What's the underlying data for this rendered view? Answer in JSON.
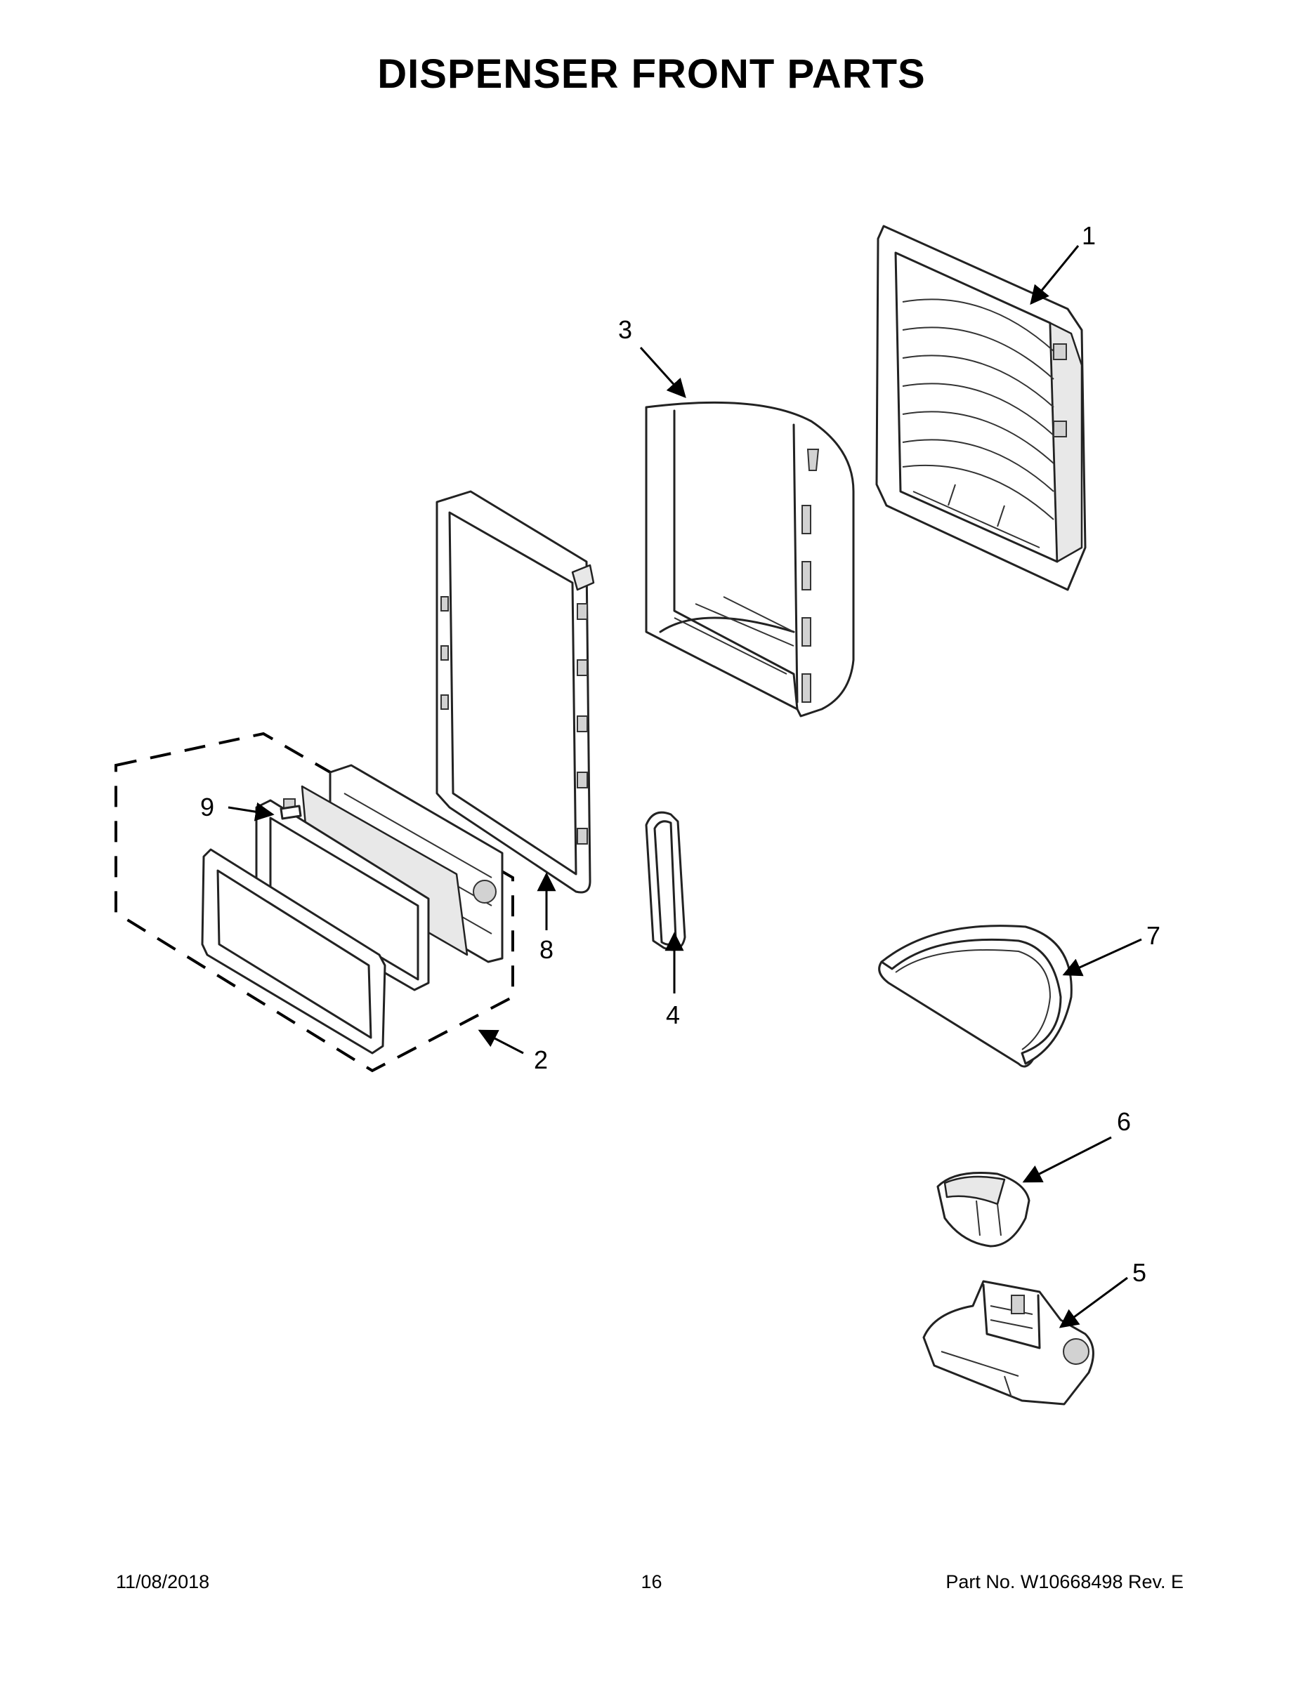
{
  "title": "DISPENSER FRONT PARTS",
  "callouts": {
    "c1": "1",
    "c2": "2",
    "c3": "3",
    "c4": "4",
    "c5": "5",
    "c6": "6",
    "c7": "7",
    "c8": "8",
    "c9": "9"
  },
  "footer": {
    "date": "11/08/2018",
    "page": "16",
    "part": "Part No.  W10668498  Rev.  E"
  }
}
